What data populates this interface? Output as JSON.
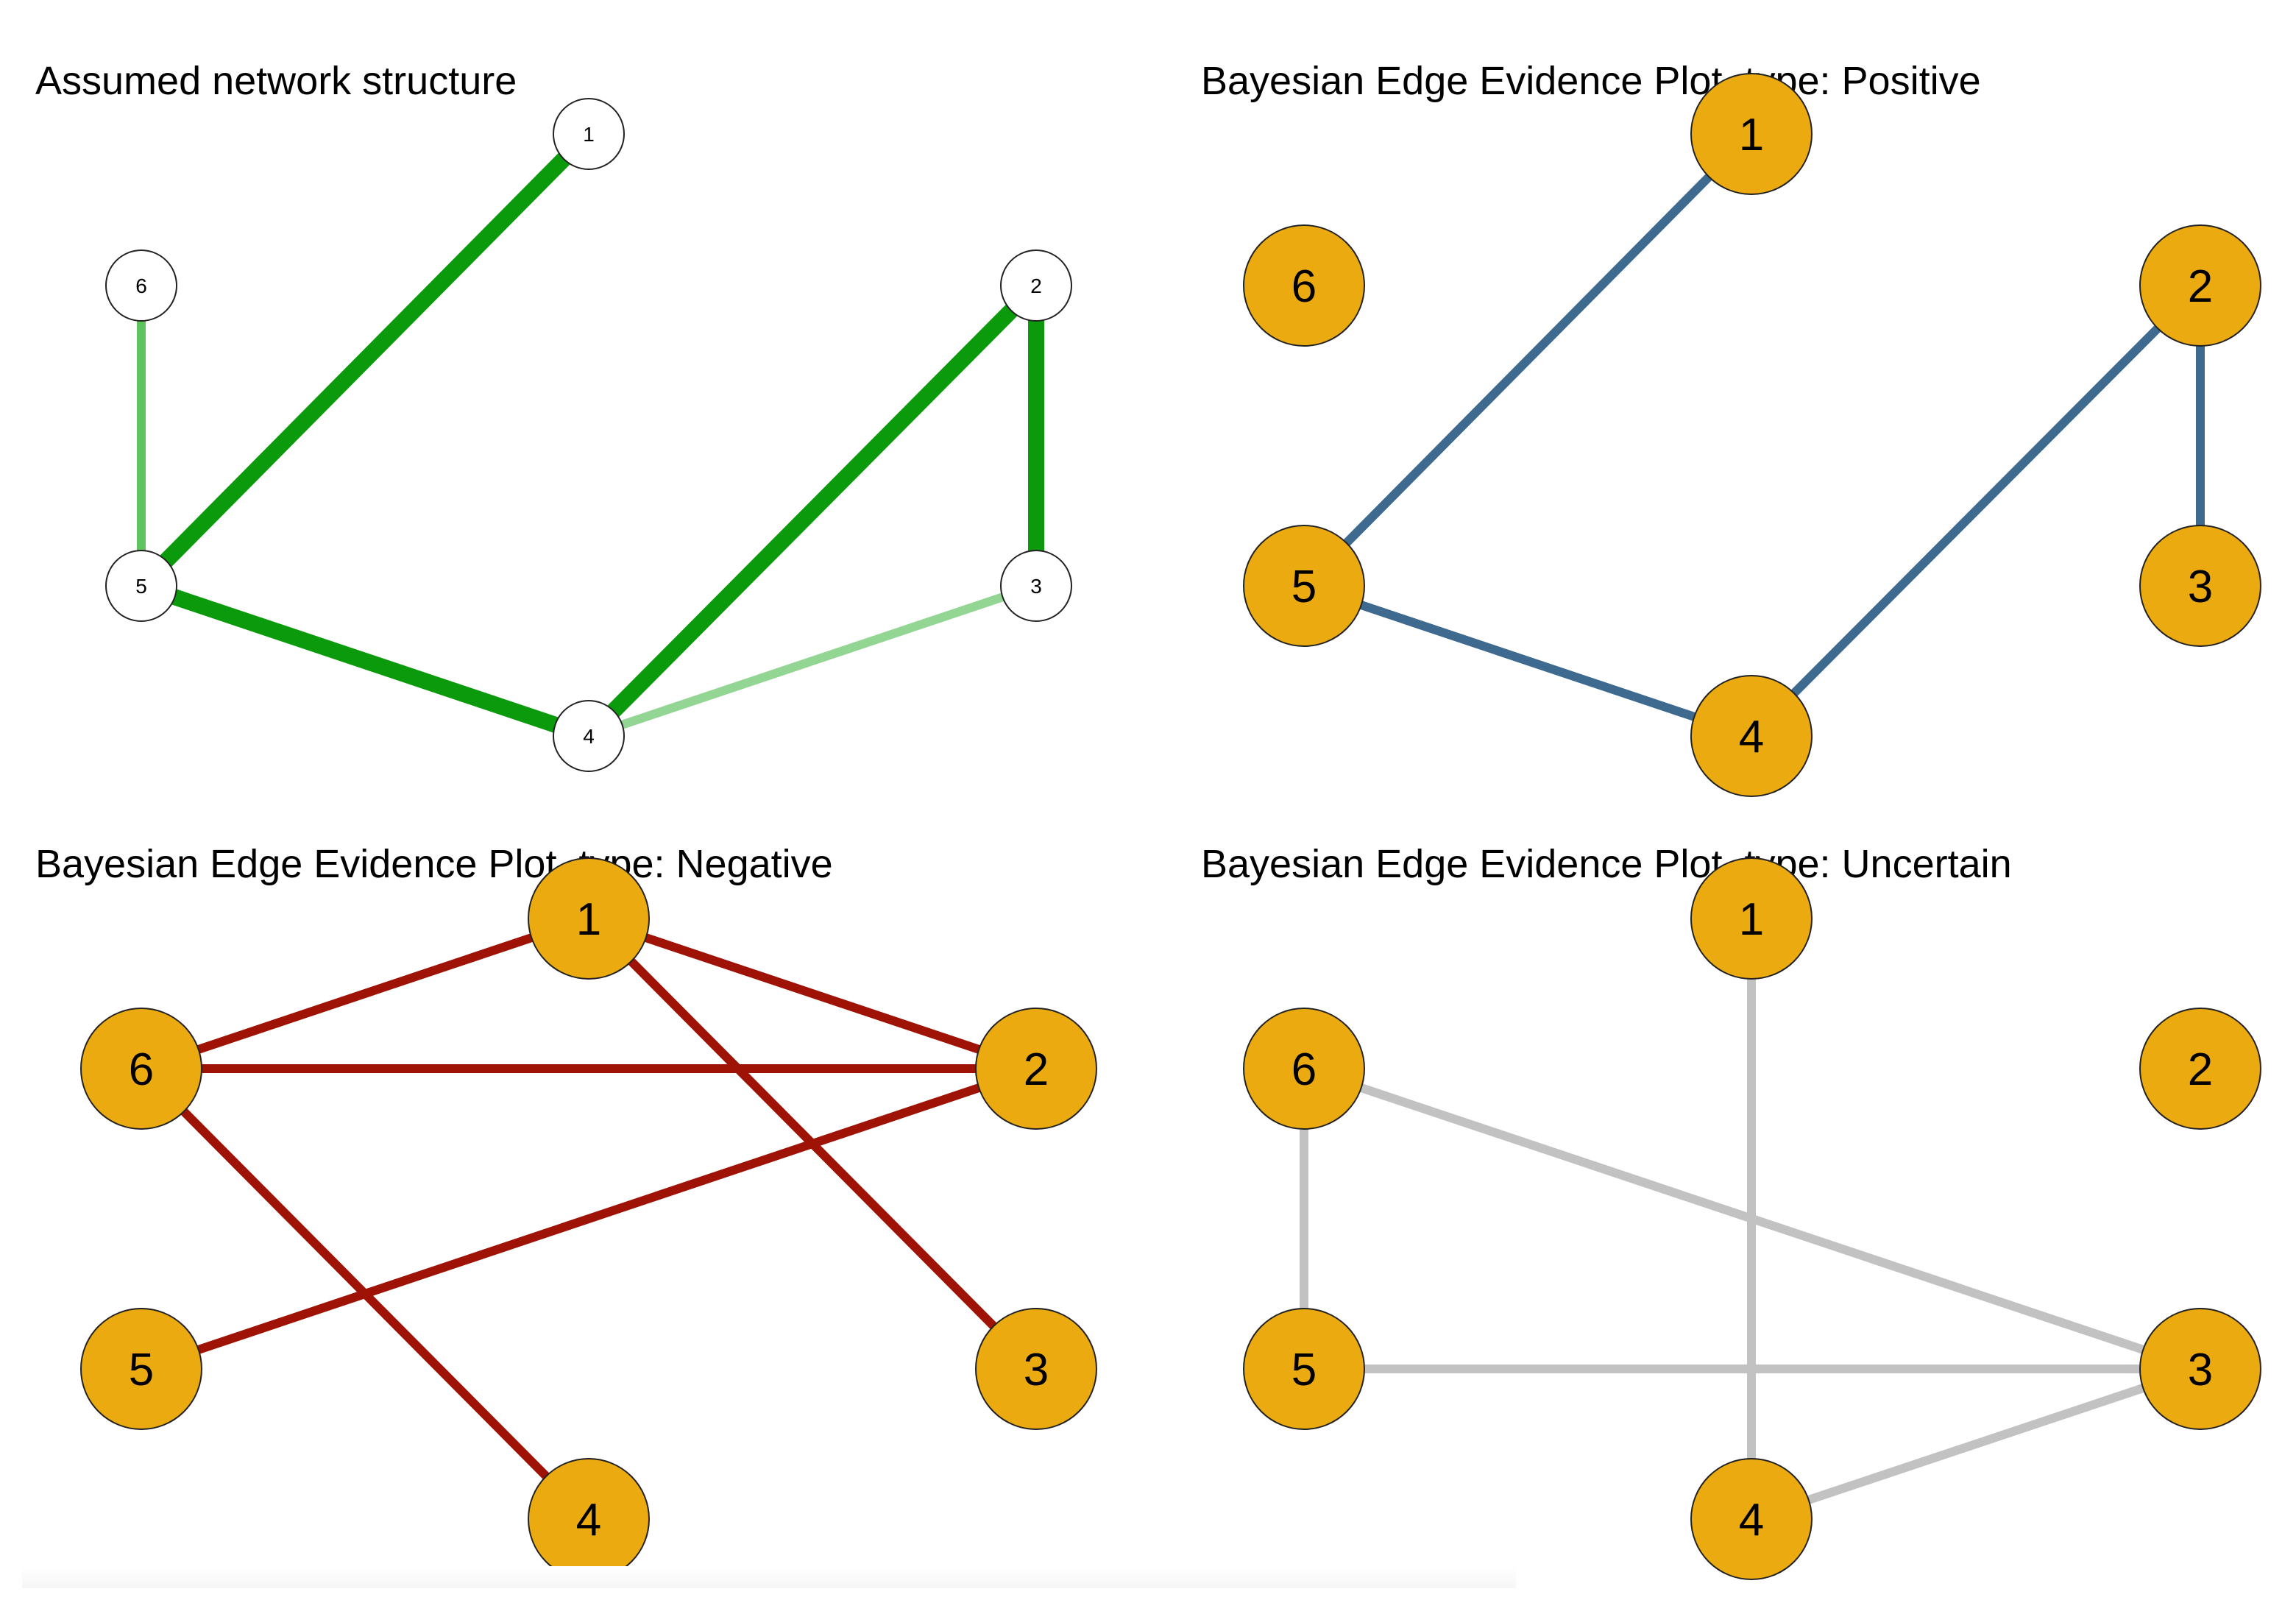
{
  "figure": {
    "colors": {
      "background": "#ffffff",
      "node_fill_structure": "#ffffff",
      "node_fill_evidence": "#EBAA10",
      "node_stroke": "#222222",
      "edge_strong_green": "#0B9A0B",
      "edge_medium_green": "#5FC35F",
      "edge_light_green": "#93D593",
      "edge_positive": "#3D6A8E",
      "edge_negative": "#9E1306",
      "edge_uncertain": "#C2C2C2"
    },
    "panels": [
      {
        "id": "structure",
        "title": "Assumed network structure",
        "node_style": "small-white",
        "nodes": [
          "1",
          "2",
          "3",
          "4",
          "5",
          "6"
        ],
        "edges": [
          {
            "from": "1",
            "to": "5",
            "color": "#0B9A0B",
            "weight": "strong"
          },
          {
            "from": "5",
            "to": "4",
            "color": "#0B9A0B",
            "weight": "strong"
          },
          {
            "from": "4",
            "to": "2",
            "color": "#0B9A0B",
            "weight": "strong"
          },
          {
            "from": "2",
            "to": "3",
            "color": "#0B9A0B",
            "weight": "strong"
          },
          {
            "from": "6",
            "to": "5",
            "color": "#5FC35F",
            "weight": "medium"
          },
          {
            "from": "4",
            "to": "3",
            "color": "#93D593",
            "weight": "medium"
          }
        ]
      },
      {
        "id": "positive",
        "title": "Bayesian Edge Evidence Plot, type: Positive",
        "node_style": "large-orange",
        "nodes": [
          "1",
          "2",
          "3",
          "4",
          "5",
          "6"
        ],
        "edges": [
          {
            "from": "1",
            "to": "5",
            "color": "#3D6A8E"
          },
          {
            "from": "5",
            "to": "4",
            "color": "#3D6A8E"
          },
          {
            "from": "4",
            "to": "2",
            "color": "#3D6A8E"
          },
          {
            "from": "2",
            "to": "3",
            "color": "#3D6A8E"
          }
        ]
      },
      {
        "id": "negative",
        "title": "Bayesian Edge Evidence Plot, type: Negative",
        "node_style": "large-orange",
        "nodes": [
          "1",
          "2",
          "3",
          "4",
          "5",
          "6"
        ],
        "edges": [
          {
            "from": "6",
            "to": "1",
            "color": "#9E1306"
          },
          {
            "from": "1",
            "to": "2",
            "color": "#9E1306"
          },
          {
            "from": "1",
            "to": "3",
            "color": "#9E1306"
          },
          {
            "from": "6",
            "to": "2",
            "color": "#9E1306"
          },
          {
            "from": "6",
            "to": "4",
            "color": "#9E1306"
          },
          {
            "from": "5",
            "to": "2",
            "color": "#9E1306"
          }
        ]
      },
      {
        "id": "uncertain",
        "title": "Bayesian Edge Evidence Plot, type: Uncertain",
        "node_style": "large-orange",
        "nodes": [
          "1",
          "2",
          "3",
          "4",
          "5",
          "6"
        ],
        "edges": [
          {
            "from": "1",
            "to": "4",
            "color": "#C2C2C2"
          },
          {
            "from": "6",
            "to": "5",
            "color": "#C2C2C2"
          },
          {
            "from": "6",
            "to": "3",
            "color": "#C2C2C2"
          },
          {
            "from": "5",
            "to": "3",
            "color": "#C2C2C2"
          },
          {
            "from": "4",
            "to": "3",
            "color": "#C2C2C2"
          }
        ]
      }
    ]
  }
}
